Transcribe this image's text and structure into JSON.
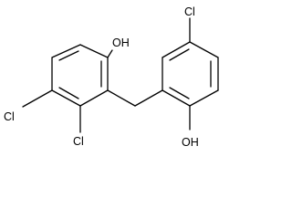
{
  "labels": {
    "oh_left": "OH",
    "oh_right": "OH",
    "cl_ring_right": "Cl",
    "cl_left_upper": "Cl",
    "cl_left_lower": "Cl"
  }
}
